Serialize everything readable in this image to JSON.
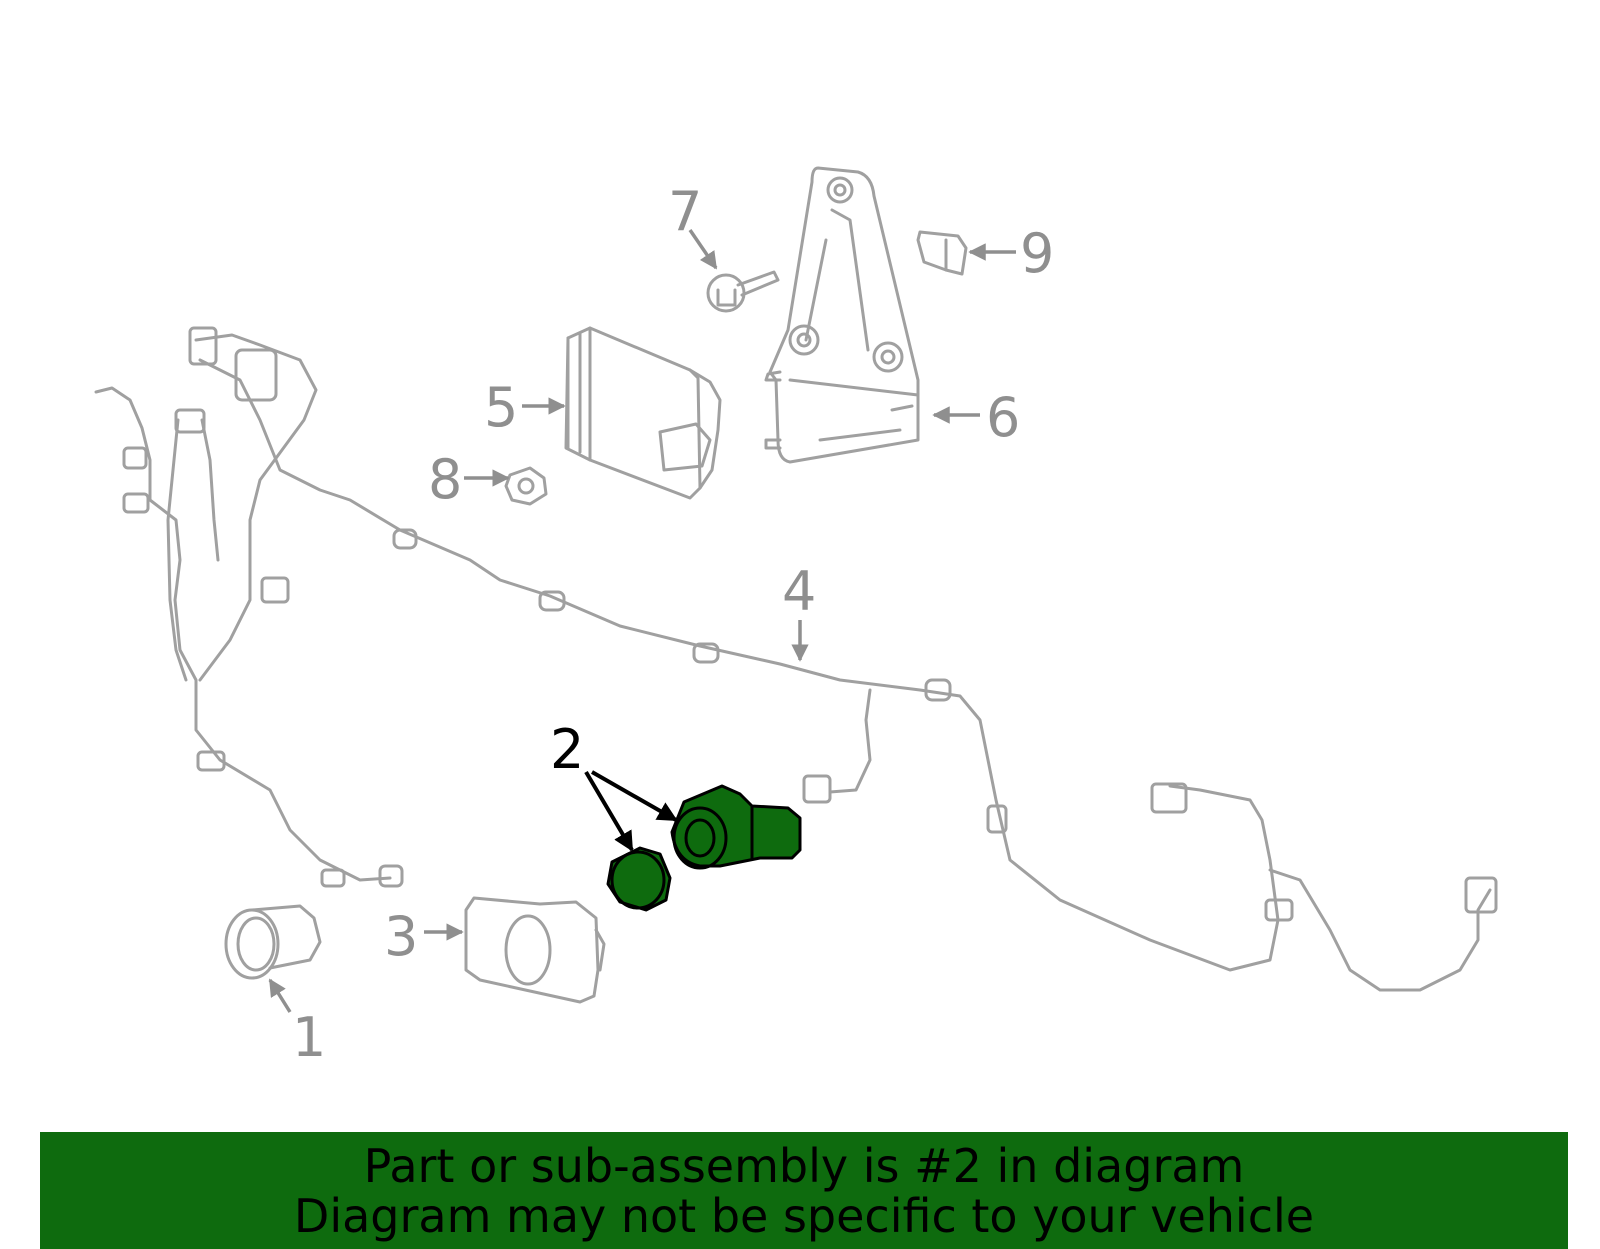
{
  "diagram": {
    "callouts": [
      {
        "id": "1",
        "label": "1",
        "highlighted": false
      },
      {
        "id": "2",
        "label": "2",
        "highlighted": true
      },
      {
        "id": "3",
        "label": "3",
        "highlighted": false
      },
      {
        "id": "4",
        "label": "4",
        "highlighted": false
      },
      {
        "id": "5",
        "label": "5",
        "highlighted": false
      },
      {
        "id": "6",
        "label": "6",
        "highlighted": false
      },
      {
        "id": "7",
        "label": "7",
        "highlighted": false
      },
      {
        "id": "8",
        "label": "8",
        "highlighted": false
      },
      {
        "id": "9",
        "label": "9",
        "highlighted": false
      }
    ],
    "colors": {
      "line": "#a0a0a0",
      "highlight": "#0e6b0e",
      "label": "#8f8f8f"
    }
  },
  "banner": {
    "line1": "Part or sub-assembly is #2 in diagram",
    "line2": "Diagram may not be specific to your vehicle",
    "color": "#0e6b0e"
  }
}
